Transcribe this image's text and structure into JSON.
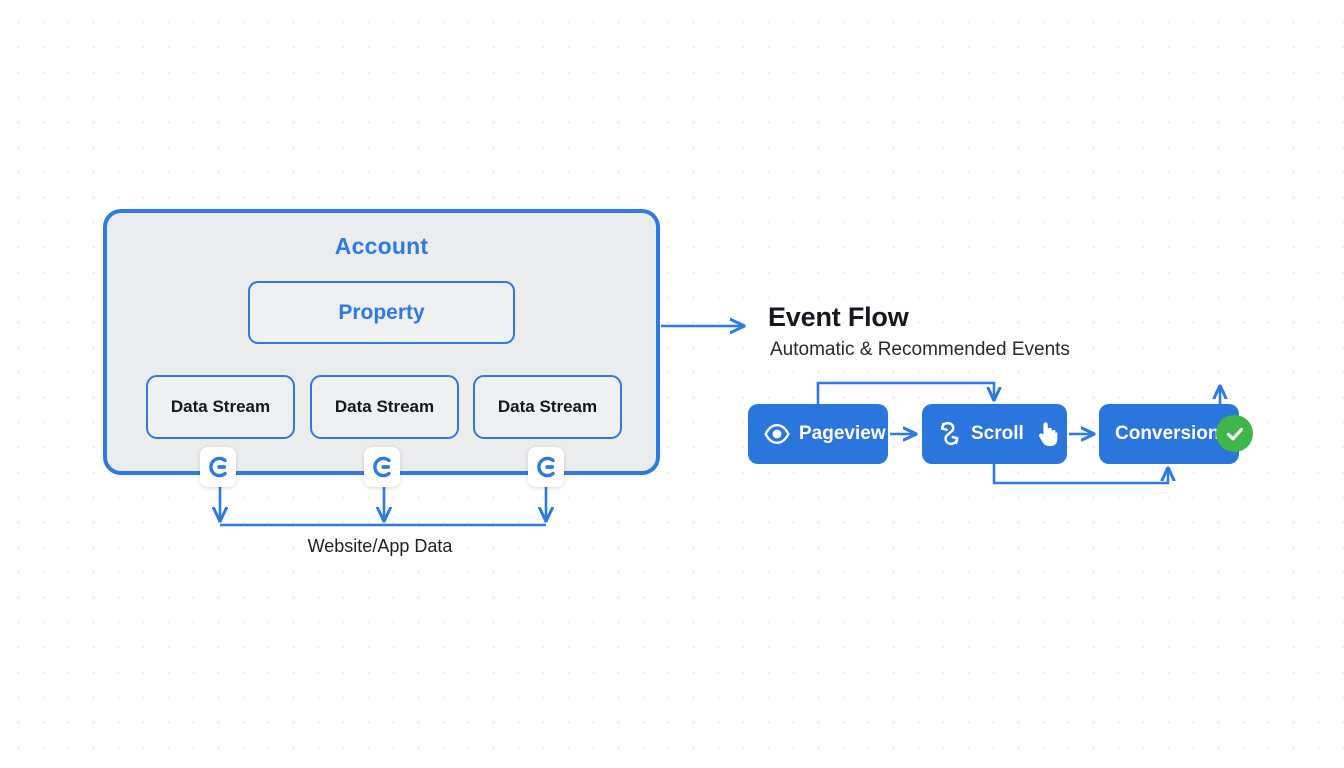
{
  "diagram": {
    "title_hidden": "",
    "account": {
      "title": "Account",
      "property": {
        "label": "Property"
      },
      "data_streams": [
        {
          "label": "Data Stream"
        },
        {
          "label": "Data Stream"
        },
        {
          "label": "Data Stream"
        }
      ],
      "stream_badge_icon": "analytics-stream-icon"
    },
    "data_source_label": "Website/App Data",
    "event_flow": {
      "title": "Event Flow",
      "subtitle": "Automatic & Recommended Events",
      "nodes": [
        {
          "label": "Pageview",
          "icon": "eye-icon"
        },
        {
          "label": "Scroll",
          "icon": "scroll-icon",
          "cursor": "pointing-hand-cursor"
        },
        {
          "label": "Conversion",
          "icon": "check-circle-icon"
        }
      ]
    },
    "colors": {
      "accent_blue": "#2f7ae0",
      "node_blue": "#2a76dc",
      "success_green": "#3fb54a",
      "panel_gray": "#ebecee",
      "box_fill": "#eff0f1",
      "text_dark": "#15181f",
      "background": "#ffffff",
      "dot_grid": "#e8e8ee"
    }
  }
}
